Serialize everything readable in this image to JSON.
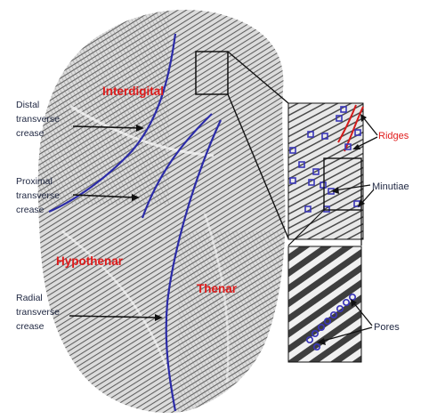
{
  "regions": {
    "interdigital": "Interdigital",
    "hypothenar": "Hypothenar",
    "thenar": "Thenar"
  },
  "creases": {
    "distal": [
      "Distal",
      "transverse",
      "crease"
    ],
    "proximal": [
      "Proximal",
      "transverse",
      "crease"
    ],
    "radial": [
      "Radial",
      "transverse",
      "crease"
    ]
  },
  "features": {
    "ridges": "Ridges",
    "minutiae": "Minutiae",
    "pores": "Pores"
  },
  "colors": {
    "region_text": "#e01a1a",
    "crease_line": "#2b2ba8",
    "ridge_highlight": "#d41c1c",
    "marker": "#3a36b8",
    "callout_text": "#222a44",
    "palm_texture": "#8a8a8a"
  }
}
